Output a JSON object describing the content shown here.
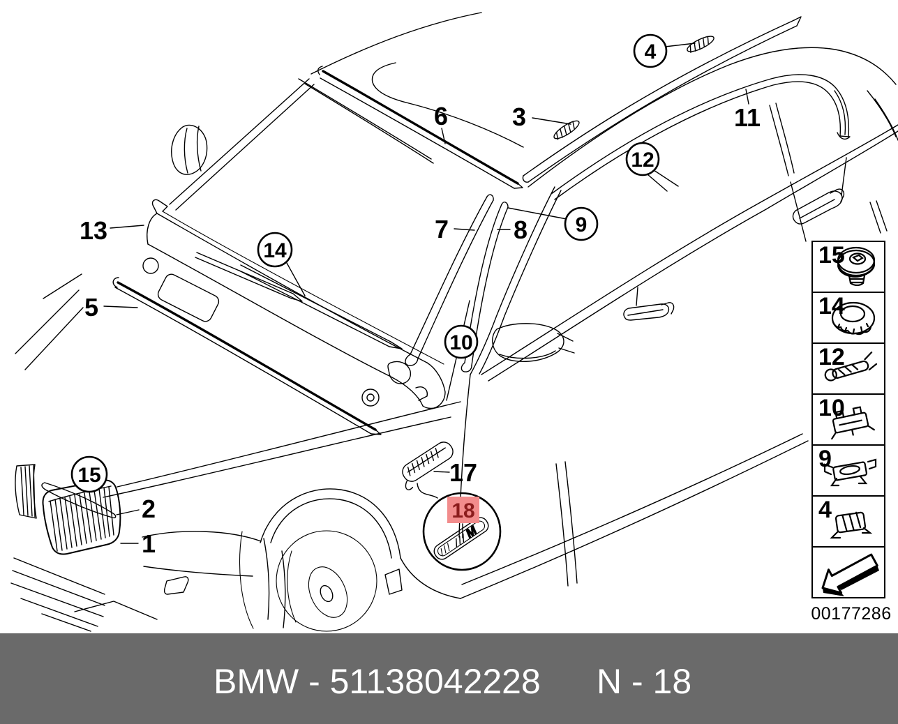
{
  "diagram": {
    "callouts_plain": [
      {
        "label": "13"
      },
      {
        "label": "5"
      },
      {
        "label": "6"
      },
      {
        "label": "3"
      },
      {
        "label": "11"
      },
      {
        "label": "7"
      },
      {
        "label": "8"
      },
      {
        "label": "2"
      },
      {
        "label": "1"
      },
      {
        "label": "17"
      }
    ],
    "callouts_circled": [
      {
        "label": "4"
      },
      {
        "label": "12"
      },
      {
        "label": "9"
      },
      {
        "label": "10"
      },
      {
        "label": "14"
      },
      {
        "label": "15"
      }
    ],
    "callout_highlighted": {
      "label": "18"
    },
    "badge_text": "M",
    "image_number": "00177286"
  },
  "sidebar": {
    "items": [
      {
        "label": "15",
        "icon": "grommet-clip-icon"
      },
      {
        "label": "14",
        "icon": "round-clip-icon"
      },
      {
        "label": "12",
        "icon": "spring-clip-icon"
      },
      {
        "label": "10",
        "icon": "bracket-clip-icon"
      },
      {
        "label": "9",
        "icon": "clamp-clip-icon"
      },
      {
        "label": "4",
        "icon": "block-clip-icon"
      },
      {
        "label": "",
        "icon": "direction-arrow-icon"
      }
    ]
  },
  "footer": {
    "left_text": "BMW - 51138042228",
    "right_text": "N - 18"
  },
  "colors": {
    "highlight_bg": "#F28C8C",
    "highlight_text": "#8B1C1C",
    "footer_bg": "#6A6A6A",
    "footer_text": "#FFFFFF",
    "line": "#000000"
  }
}
